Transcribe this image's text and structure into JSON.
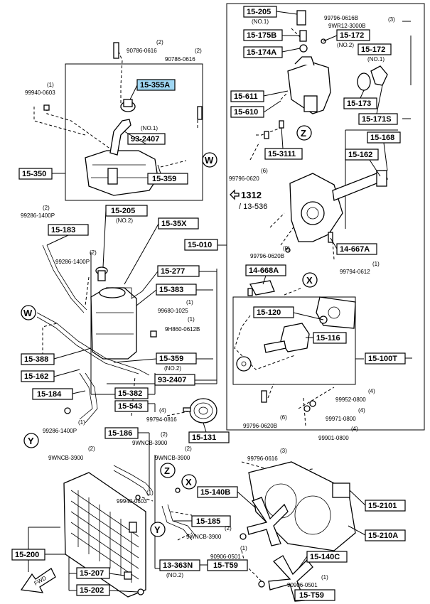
{
  "parts": {
    "p15_205_top": "15-205",
    "no1_a": "(NO.1)",
    "p15_175b": "15-175B",
    "p15_174a": "15-174A",
    "p15_172_a": "15-172",
    "no2_a": "(NO.2)",
    "p15_172_b": "15-172",
    "no1_b": "(NO.1)",
    "p15_611": "15-611",
    "p15_610": "15-610",
    "p15_173": "15-173",
    "p15_171s": "15-171S",
    "p15_3111": "15-3111",
    "p15_168": "15-168",
    "p15_162_r": "15-162",
    "p15_355a": "15-355A",
    "no1_c": "(NO.1)",
    "p93_2407_a": "93-2407",
    "p15_359_a": "15-359",
    "p15_350": "15-350",
    "p15_205_mid": "15-205",
    "no2_b": "(NO.2)",
    "p15_35x": "15-35X",
    "p15_183": "15-183",
    "p15_010": "15-010",
    "p14_667a": "14-667A",
    "p15_277": "15-277",
    "p14_668a": "14-668A",
    "p15_383": "15-383",
    "p15_120": "15-120",
    "p15_116": "15-116",
    "p15_388": "15-388",
    "p15_359_b": "15-359",
    "no2_c": "(NO.2)",
    "p93_2407_b": "93-2407",
    "p15_100t": "15-100T",
    "p15_162_l": "15-162",
    "p15_184": "15-184",
    "p15_382": "15-382",
    "p15_543": "15-543",
    "p15_131": "15-131",
    "p15_186": "15-186",
    "p15_140b": "15-140B",
    "p15_2101": "15-2101",
    "p15_185": "15-185",
    "p15_210a": "15-210A",
    "p15_200": "15-200",
    "p15_140c": "15-140C",
    "p13_363n": "13-363N",
    "p15_t59_a": "15-T59",
    "no2_d": "(NO.2)",
    "p15_207": "15-207",
    "p15_202": "15-202",
    "p15_t59_b": "15-T59"
  },
  "refs": {
    "r1312": "1312",
    "r13536": "/ 13-536",
    "w1": "W",
    "w2": "W",
    "z1": "Z",
    "z2": "Z",
    "x1": "X",
    "x2": "X",
    "y1": "Y",
    "y2": "Y",
    "fwd": "FWD"
  },
  "bolts": {
    "b99796_0616b": "99796-0616B",
    "b9wr12": "9WR12-3000B",
    "q3a": "(3)",
    "b90786_a": "90786-0616",
    "q2a": "(2)",
    "b90786_b": "90786-0616",
    "q2b": "(2)",
    "b99940_a": "99940-0603",
    "q1a": "(1)",
    "b99796_0620": "99796-0620",
    "q6a": "(6)",
    "b99286_a": "99286-1400P",
    "q2c": "(2)",
    "b99286_b": "99286-1400P",
    "q2d": "(2)",
    "b99796_0620b_a": "99796-0620B",
    "q0a": "(0)",
    "b99794_0612": "99794-0612",
    "q1b": "(1)",
    "b99680": "99680-1025",
    "q1c": "(1)",
    "b9h860": "9H860-0612B",
    "q1d": "(1)",
    "b99952": "99952-0800",
    "q4a": "(4)",
    "b99971": "99971-0800",
    "q4b": "(4)",
    "b99794_0816": "99794-0816",
    "q4c": "(4)",
    "b99796_0620b_b": "99796-0620B",
    "q6b": "(6)",
    "b99901": "99901-0800",
    "q4d": "(4)",
    "b99286_c": "99286-1400P",
    "q1e": "(1)",
    "b9wncb_a": "9WNCB-3900",
    "q2e": "(2)",
    "b9wncb_b": "9WNCB-3900",
    "q2f": "(2)",
    "b9wncb_c": "9WNCB-3900",
    "q2g": "(2)",
    "b99796_0616": "99796-0616",
    "q3b": "(3)",
    "b99940_b": "99940-0603",
    "q1f": "(1)",
    "b9wncb_d": "9WNCB-3900",
    "q2h": "(2)",
    "b90906_a": "90906-0501",
    "q1g": "(1)",
    "b90906_b": "90906-0501",
    "q1h": "(1)"
  }
}
